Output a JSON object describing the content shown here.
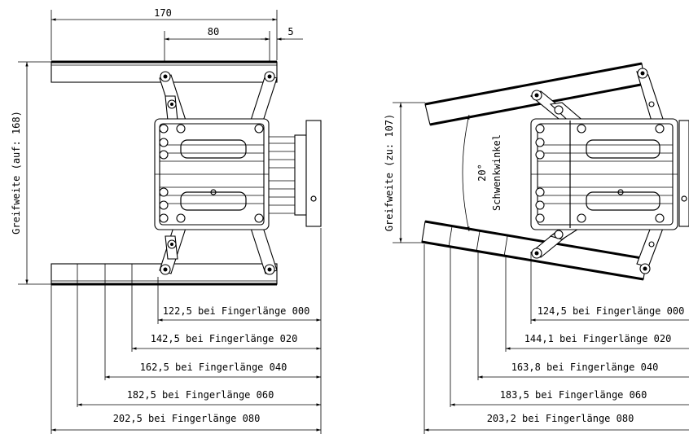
{
  "left_view": {
    "dim_top_overall": "170",
    "dim_top_pivot": "80",
    "dim_top_offset": "5",
    "vertical_label": "Greifweite (auf: 168)",
    "finger_dims": [
      "122,5 bei Fingerlänge 000",
      "142,5 bei Fingerlänge 020",
      "162,5 bei Fingerlänge 040",
      "182,5 bei Fingerlänge 060",
      "202,5 bei Fingerlänge 080"
    ]
  },
  "right_view": {
    "vertical_label": "Greifweite (zu: 107)",
    "angle_value": "20°",
    "angle_label": "Schwenkwinkel",
    "finger_dims": [
      "124,5 bei Fingerlänge 000",
      "144,1 bei Fingerlänge 020",
      "163,8 bei Fingerlänge 040",
      "183,5 bei Fingerlänge 060",
      "203,2 bei Fingerlänge 080"
    ]
  }
}
